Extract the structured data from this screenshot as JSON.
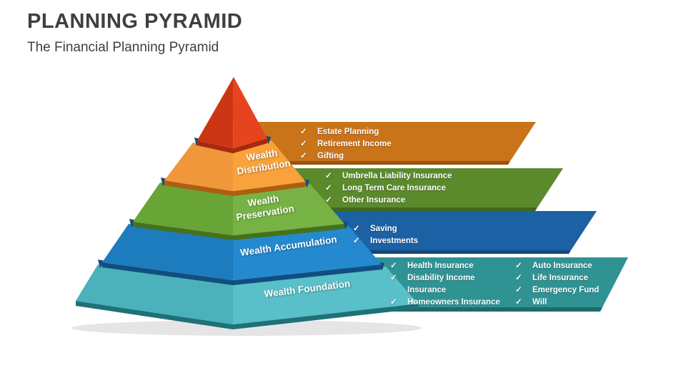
{
  "header": {
    "title": "PLANNING PYRAMID",
    "subtitle": "The Financial Planning Pyramid"
  },
  "check_icon": "✓",
  "pyramid": {
    "cap_color": "#E8431F",
    "levels": [
      {
        "label": "Wealth Distribution",
        "front_color": "#F9A23B"
      },
      {
        "label": "Wealth Preservation",
        "front_color": "#76B244"
      },
      {
        "label": "Wealth Accumulation",
        "front_color": "#2489CF"
      },
      {
        "label": "Wealth Foundation",
        "front_color": "#59BFC8"
      }
    ]
  },
  "banners": [
    {
      "color": "#C9731A",
      "items": [
        "Estate Planning",
        "Retirement Income",
        "Gifting"
      ]
    },
    {
      "color": "#5B8A2C",
      "items": [
        "Umbrella Liability Insurance",
        "Long Term Care Insurance",
        "Other Insurance"
      ]
    },
    {
      "color": "#1B61A3",
      "items": [
        "Saving",
        "Investments"
      ]
    },
    {
      "color": "#2F9394",
      "items_left": [
        "Health Insurance",
        "Disability Income Insurance",
        "Homeowners Insurance"
      ],
      "items_right": [
        "Auto Insurance",
        "Life Insurance",
        "Emergency Fund",
        "Will"
      ]
    }
  ]
}
